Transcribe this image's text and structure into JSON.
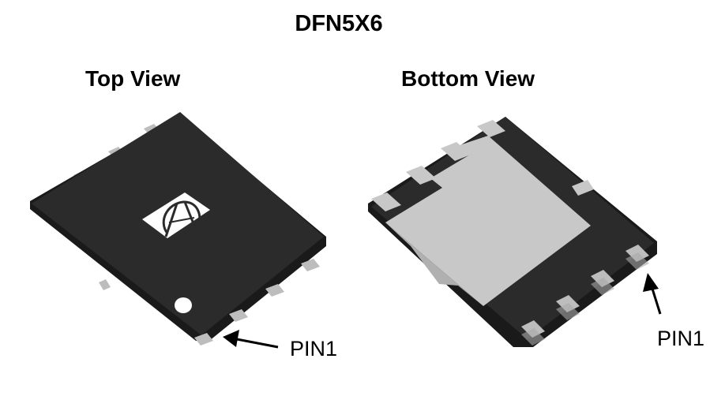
{
  "title": "DFN5X6",
  "top_view": {
    "label": "Top View",
    "pin1_label": "PIN1"
  },
  "bottom_view": {
    "label": "Bottom View",
    "pin1_label": "PIN1"
  },
  "colors": {
    "package_body": "#2b2b2b",
    "package_edge": "#1a1a1a",
    "lead": "#bdbdbd",
    "exposed_pad": "#c8c8c8",
    "pin1_dot": "#ffffff",
    "logo_background": "#ffffff"
  },
  "icons": {
    "logo": "alpha-omega-logo",
    "arrow": "arrow-left-pointer"
  }
}
